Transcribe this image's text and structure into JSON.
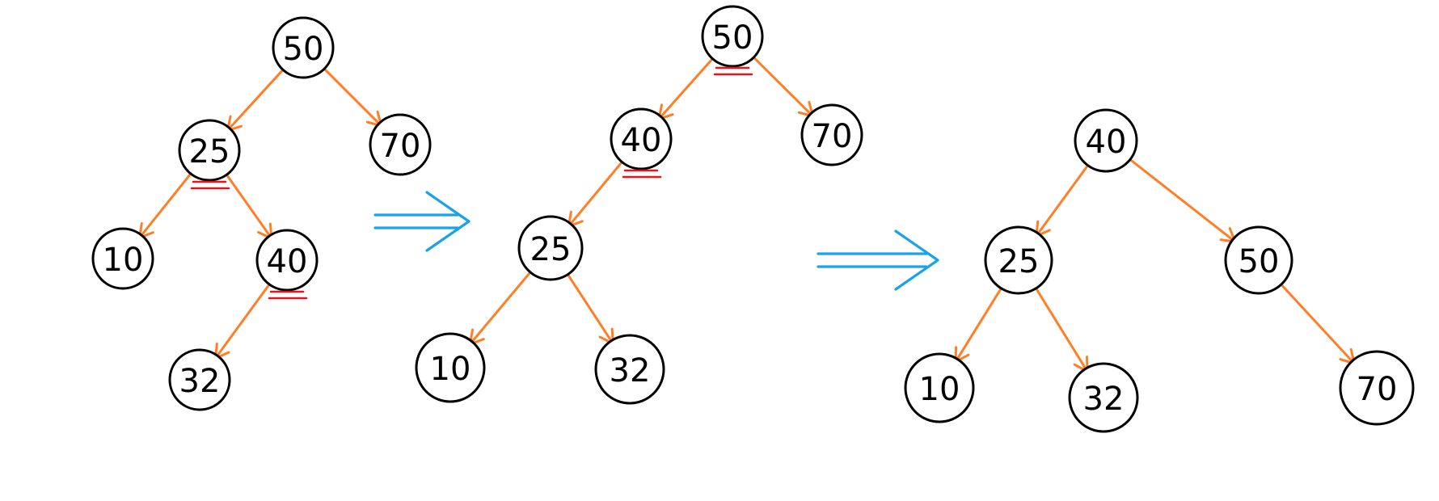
{
  "colors": {
    "edge": "#ff7f27",
    "node_stroke": "#000000",
    "highlight_underline": "#e8141c",
    "transform_arrow": "#1aa3e8",
    "background": "#ffffff"
  },
  "trees": [
    {
      "id": "tree-before",
      "nodes": [
        {
          "id": "a50",
          "label": "50"
        },
        {
          "id": "a25",
          "label": "25",
          "underlined": true
        },
        {
          "id": "a70",
          "label": "70"
        },
        {
          "id": "a10",
          "label": "10"
        },
        {
          "id": "a40",
          "label": "40",
          "underlined": true
        },
        {
          "id": "a32",
          "label": "32"
        }
      ],
      "edges": [
        [
          "a50",
          "a25"
        ],
        [
          "a50",
          "a70"
        ],
        [
          "a25",
          "a10"
        ],
        [
          "a25",
          "a40"
        ],
        [
          "a40",
          "a32"
        ]
      ]
    },
    {
      "id": "tree-after-left-rotation",
      "nodes": [
        {
          "id": "b50",
          "label": "50",
          "underlined": true
        },
        {
          "id": "b40",
          "label": "40",
          "underlined": true
        },
        {
          "id": "b70",
          "label": "70"
        },
        {
          "id": "b25",
          "label": "25"
        },
        {
          "id": "b10",
          "label": "10"
        },
        {
          "id": "b32",
          "label": "32"
        }
      ],
      "edges": [
        [
          "b50",
          "b40"
        ],
        [
          "b50",
          "b70"
        ],
        [
          "b40",
          "b25"
        ],
        [
          "b25",
          "b10"
        ],
        [
          "b25",
          "b32"
        ]
      ]
    },
    {
      "id": "tree-after-right-rotation",
      "nodes": [
        {
          "id": "c40",
          "label": "40"
        },
        {
          "id": "c25",
          "label": "25"
        },
        {
          "id": "c50",
          "label": "50"
        },
        {
          "id": "c10",
          "label": "10"
        },
        {
          "id": "c32",
          "label": "32"
        },
        {
          "id": "c70",
          "label": "70"
        }
      ],
      "edges": [
        [
          "c40",
          "c25"
        ],
        [
          "c40",
          "c50"
        ],
        [
          "c25",
          "c10"
        ],
        [
          "c25",
          "c32"
        ],
        [
          "c50",
          "c70"
        ]
      ]
    }
  ],
  "transitions": [
    {
      "from": "tree-before",
      "to": "tree-after-left-rotation",
      "symbol": "double-arrow"
    },
    {
      "from": "tree-after-left-rotation",
      "to": "tree-after-right-rotation",
      "symbol": "double-arrow"
    }
  ]
}
